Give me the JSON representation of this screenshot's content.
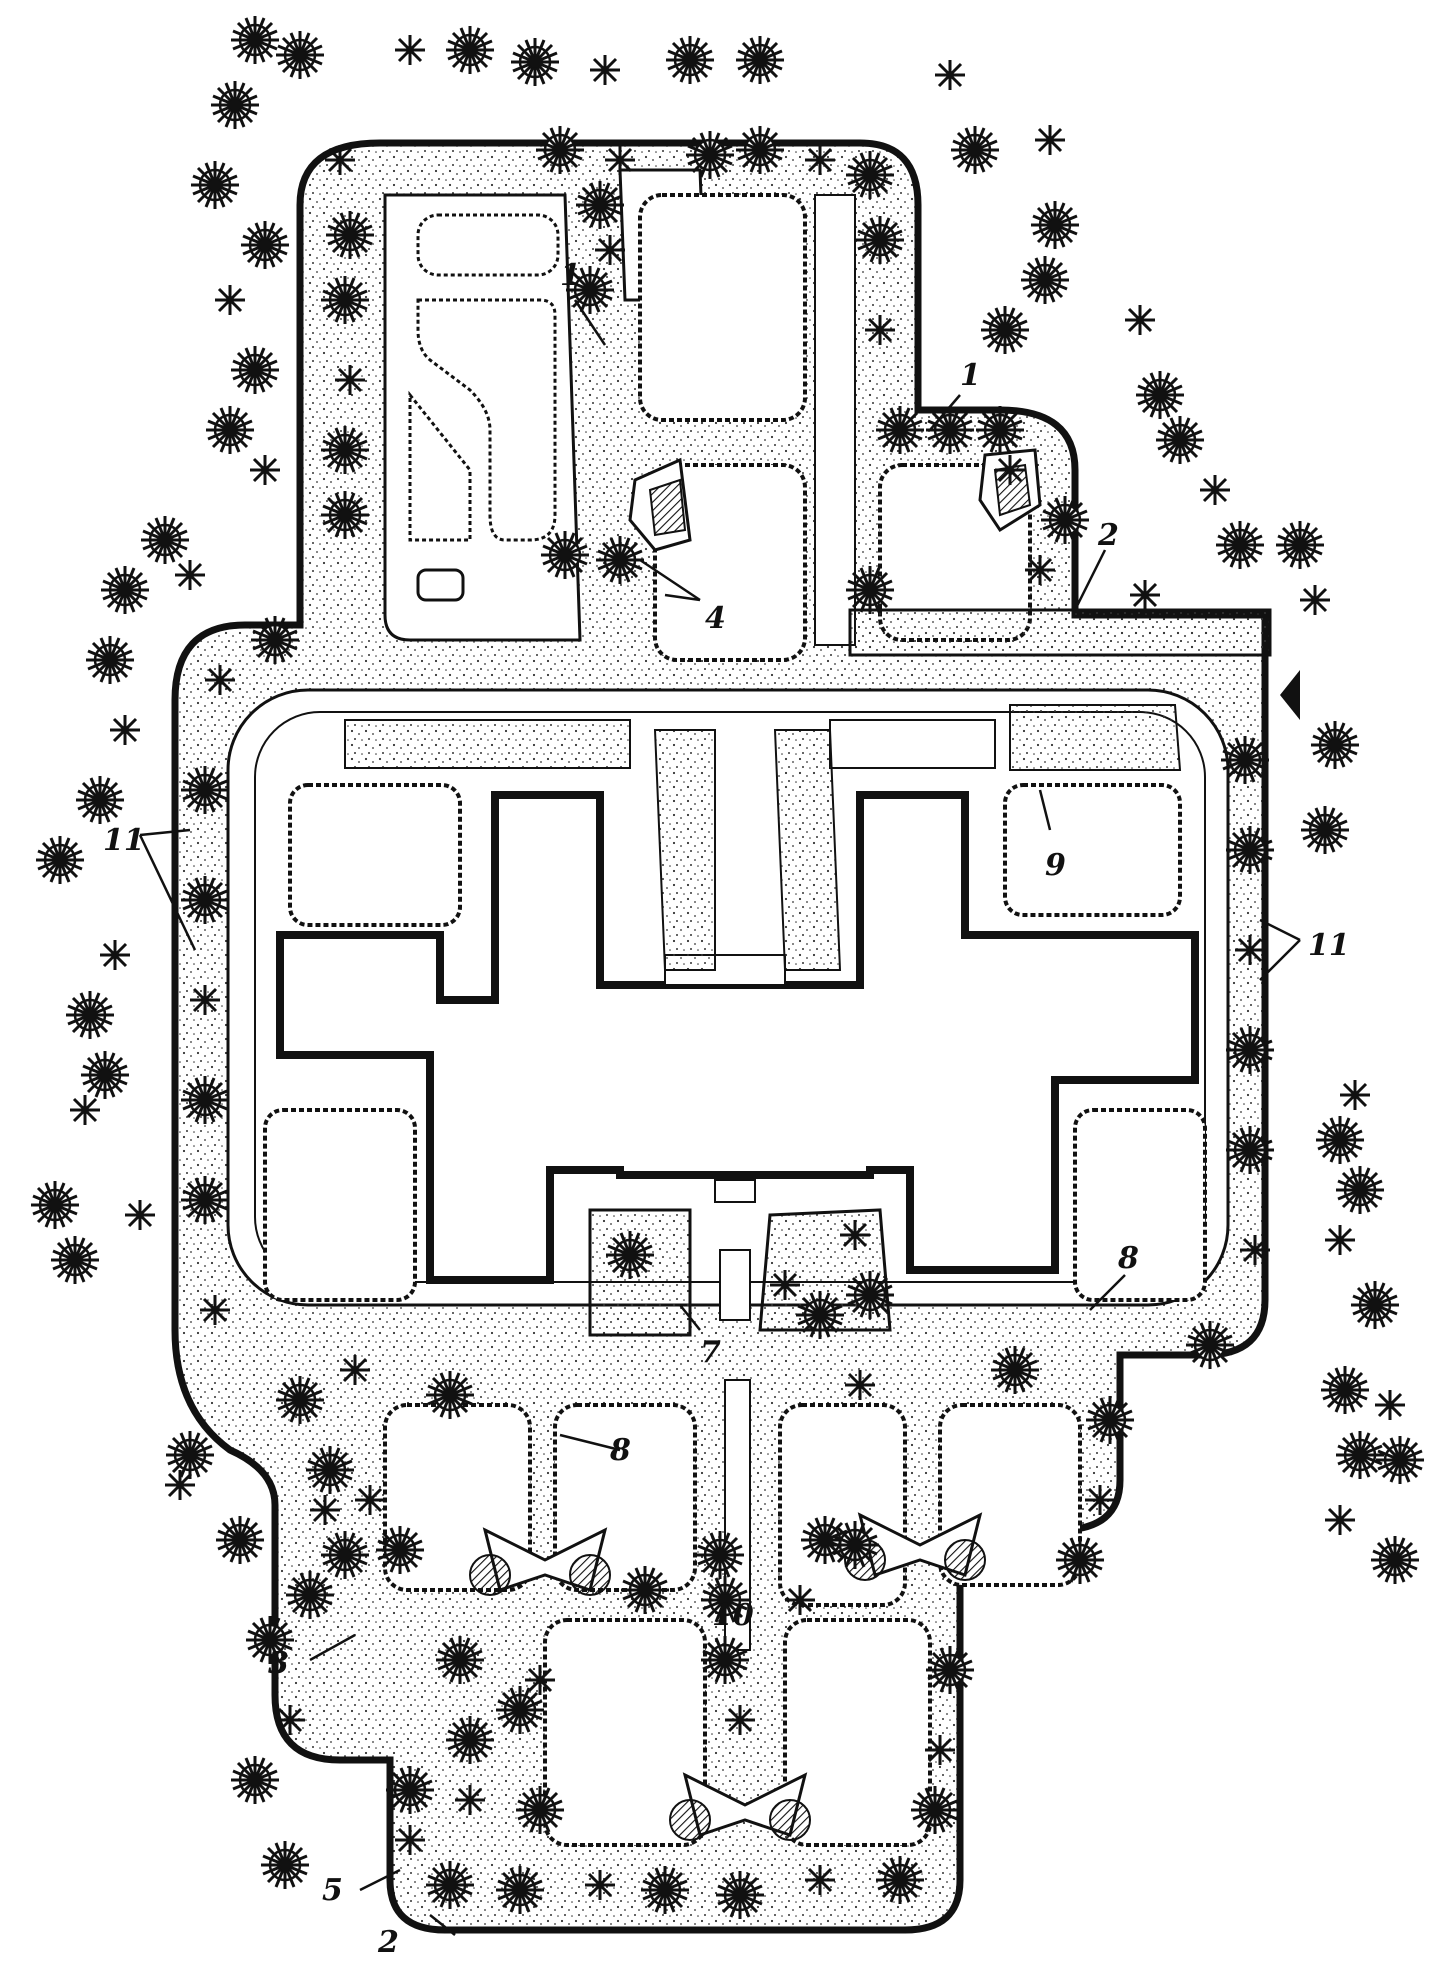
{
  "figure": {
    "callouts": [
      {
        "id": "1a",
        "text": "1"
      },
      {
        "id": "1b",
        "text": "1"
      },
      {
        "id": "2a",
        "text": "2"
      },
      {
        "id": "2b",
        "text": "2"
      },
      {
        "id": "3",
        "text": "3"
      },
      {
        "id": "4",
        "text": "4"
      },
      {
        "id": "5",
        "text": "5"
      },
      {
        "id": "7",
        "text": "7"
      },
      {
        "id": "8a",
        "text": "8"
      },
      {
        "id": "8b",
        "text": "8"
      },
      {
        "id": "9",
        "text": "9"
      },
      {
        "id": "10",
        "text": "10"
      },
      {
        "id": "11a",
        "text": "11"
      },
      {
        "id": "11b",
        "text": "11"
      }
    ],
    "colors": {
      "ink": "#111111",
      "paper": "#ffffff",
      "stipple": "#333333"
    },
    "icons": {
      "tree": "deciduous-tree-icon",
      "entrance": "entrance-arrow-icon",
      "pavilion": "pavilion-icon"
    }
  }
}
